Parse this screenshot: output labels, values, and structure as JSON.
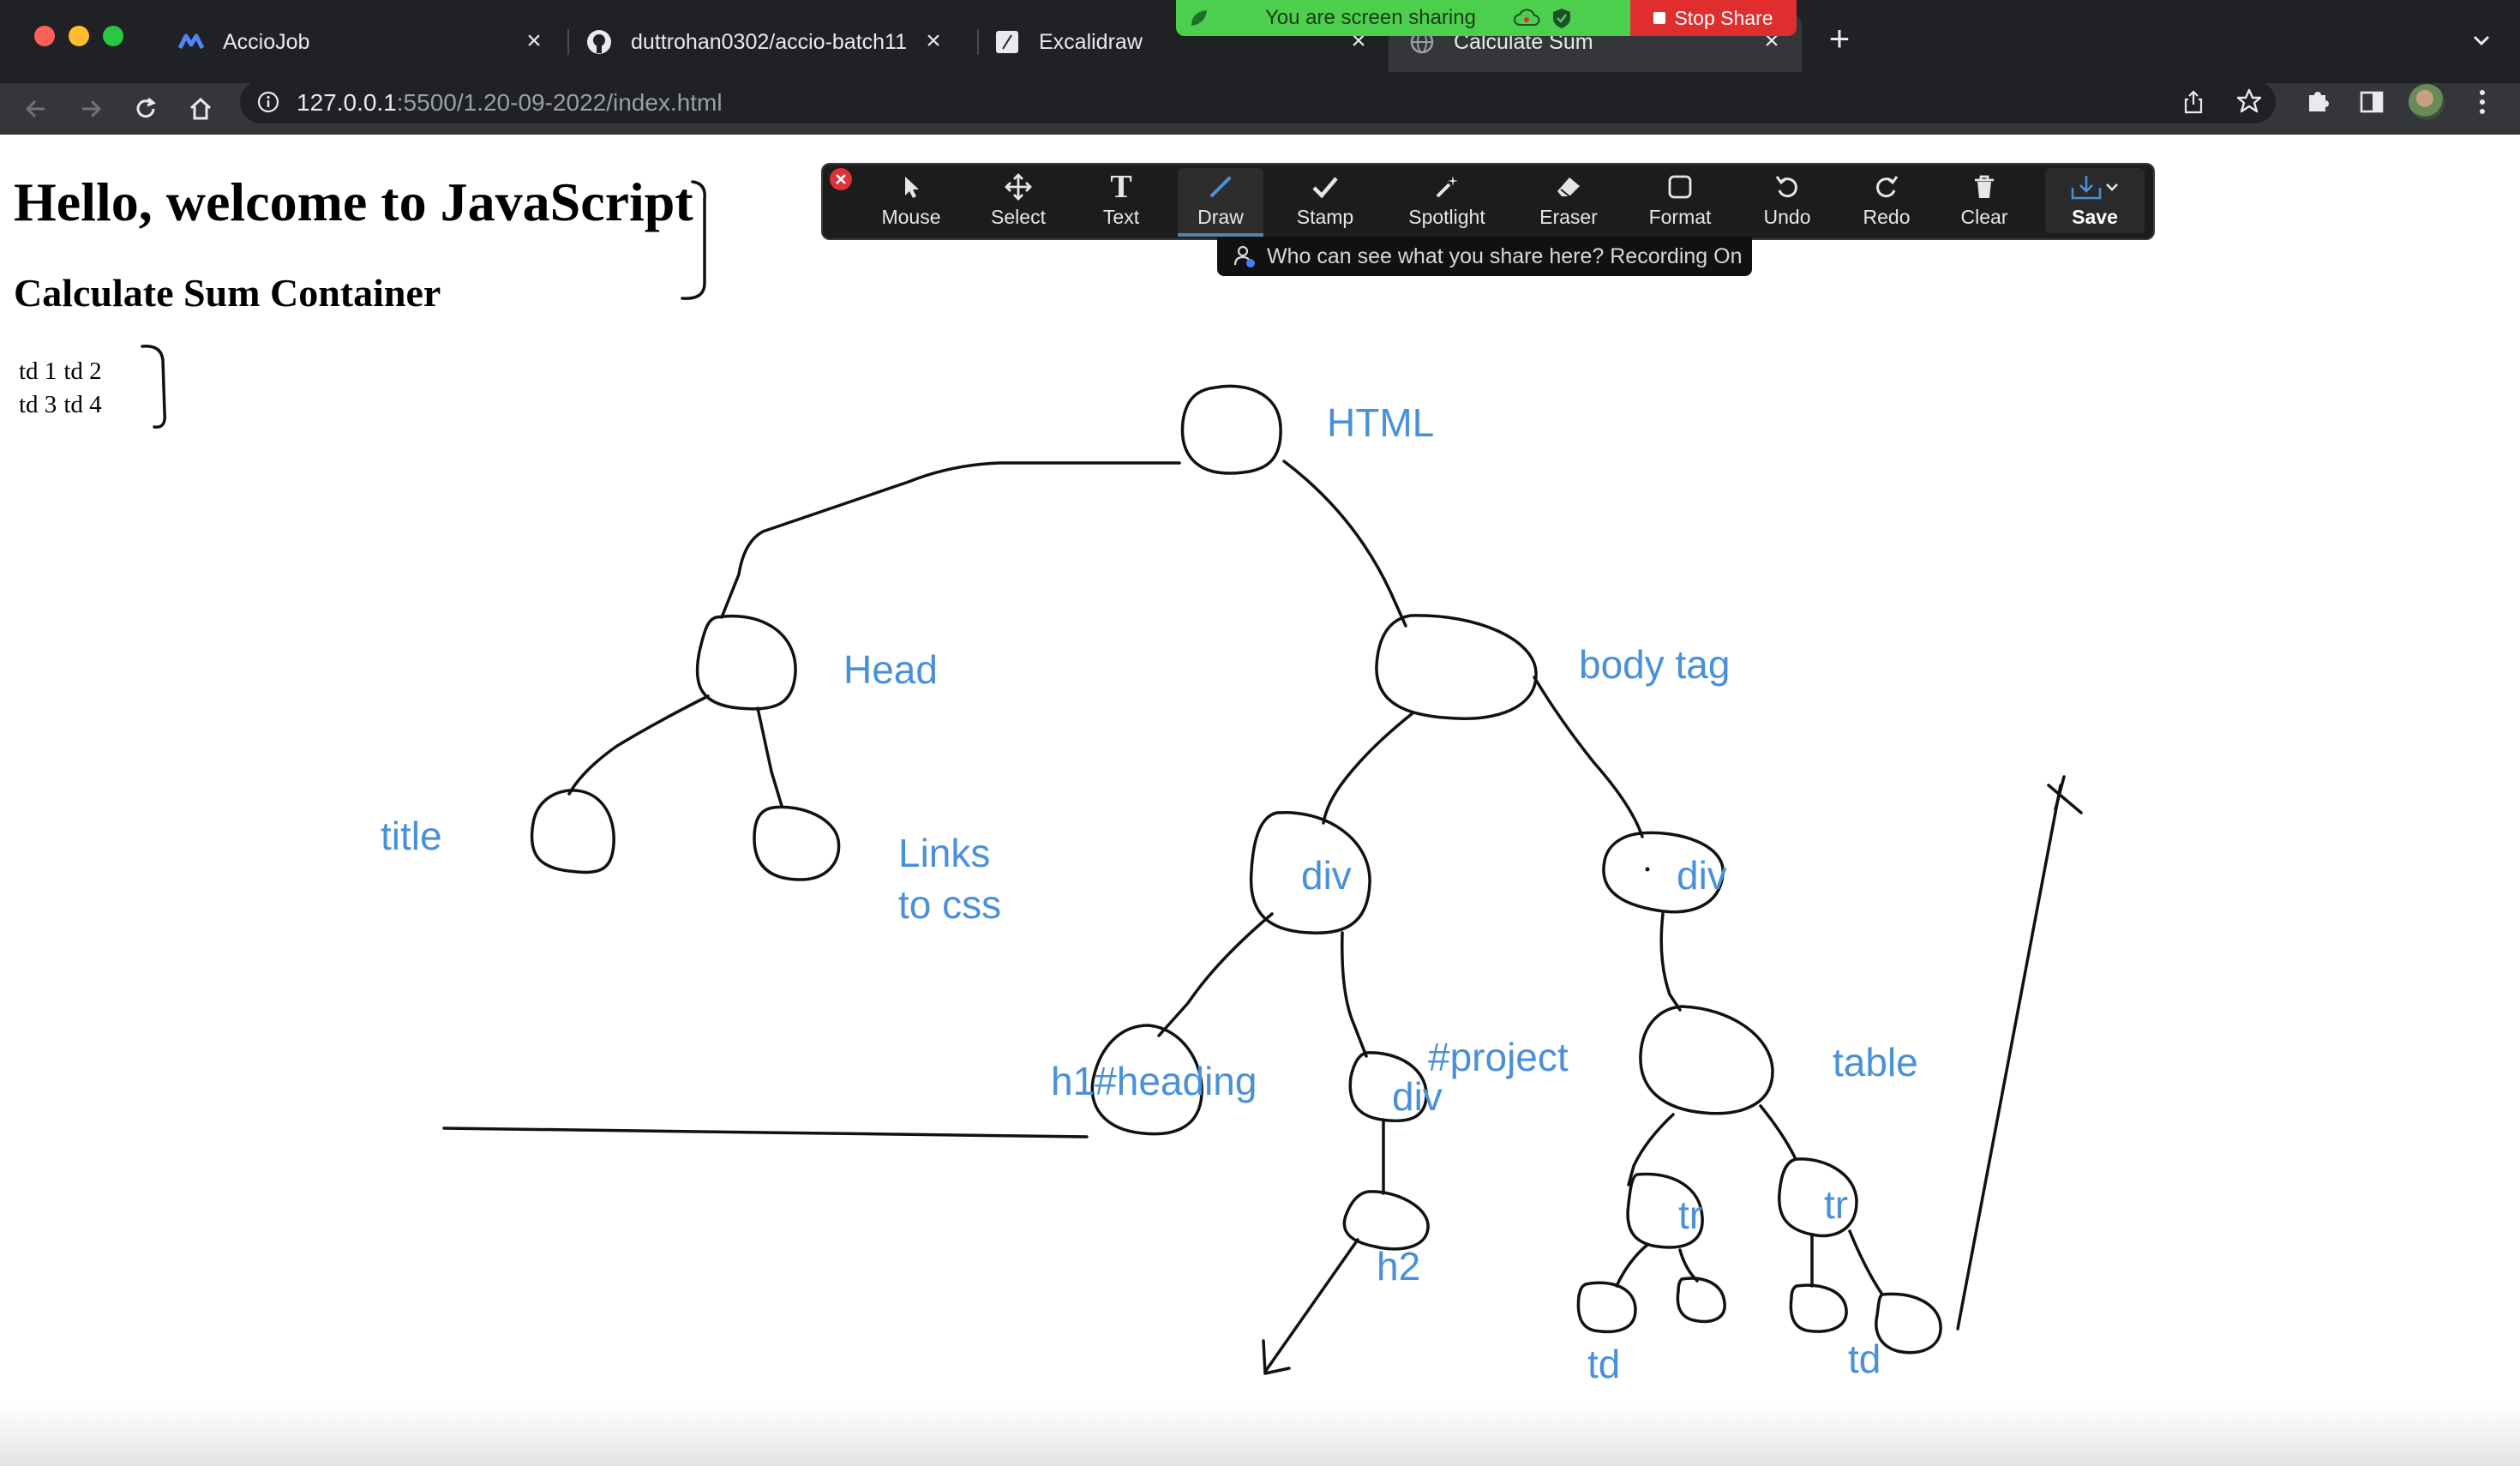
{
  "browser": {
    "tabs": [
      {
        "title": "AccioJob",
        "active": false
      },
      {
        "title": "duttrohan0302/accio-batch11",
        "active": false
      },
      {
        "title": "Excalidraw",
        "active": false
      },
      {
        "title": "Calculate Sum",
        "active": true
      }
    ],
    "url_host": "127.0.0.1",
    "url_rest": ":5500/1.20-09-2022/index.html"
  },
  "page": {
    "heading": "Hello, welcome to JavaScript",
    "subheading": "Calculate Sum Container",
    "table": [
      [
        "td 1",
        "td 2"
      ],
      [
        "td 3",
        "td 4"
      ]
    ]
  },
  "zoom": {
    "sharing_text": "You are screen sharing",
    "stop_share": "Stop Share",
    "tools": [
      "Mouse",
      "Select",
      "Text",
      "Draw",
      "Stamp",
      "Spotlight",
      "Eraser",
      "Format",
      "Undo",
      "Redo",
      "Clear",
      "Save"
    ],
    "active_tool": "Draw",
    "tooltip": "Who can see what you share here? Recording On"
  },
  "drawing": {
    "labels": {
      "html": "HTML",
      "head": "Head",
      "body": "body tag",
      "title": "title",
      "links1": "Links",
      "links2": "to css",
      "div1": "div",
      "div2": "div",
      "heading": "h1#heading",
      "project": "#project",
      "div3": "div",
      "table": "table",
      "tr1": "tr",
      "tr2": "tr",
      "h2": "h2",
      "td1": "td",
      "td2": "td"
    }
  },
  "colors": {
    "chrome_dark": "#202124",
    "chrome_toolbar": "#35363a",
    "annotation_blue": "#4a90d9",
    "share_green": "#4ccf4c",
    "stop_red": "#e02d2d"
  }
}
